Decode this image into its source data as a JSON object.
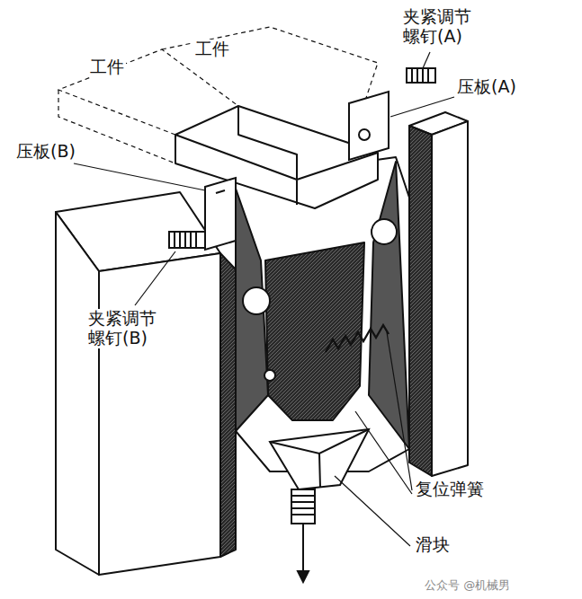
{
  "diagram": {
    "labels": [
      "工件",
      "工件",
      "夹紧调节 螺钉(A)",
      "压板(A)",
      "压板(B)",
      "夹紧调节 螺钉(B)",
      "复位弹簧",
      "滑块",
      "公众号 @机械男"
    ]
  }
}
